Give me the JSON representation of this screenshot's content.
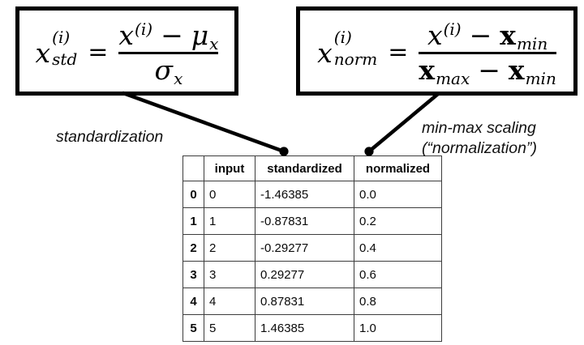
{
  "formulas": {
    "std": {
      "lhs_base": "x",
      "lhs_sup": "(i)",
      "lhs_sub": "std",
      "equals": "=",
      "num_x": "x",
      "num_x_sup": "(i)",
      "num_minus": "−",
      "num_mu": "μ",
      "num_mu_sub": "x",
      "den_sigma": "σ",
      "den_sigma_sub": "x"
    },
    "norm": {
      "lhs_base": "x",
      "lhs_sup": "(i)",
      "lhs_sub": "norm",
      "equals": "=",
      "num_x": "x",
      "num_x_sup": "(i)",
      "num_minus": "−",
      "num_vec": "x",
      "num_vec_sub": "min",
      "den_vec_max": "x",
      "den_vec_max_sub": "max",
      "den_minus": "−",
      "den_vec_min": "x",
      "den_vec_min_sub": "min"
    }
  },
  "labels": {
    "standardization": "standardization",
    "minmax_line1": "min-max scaling",
    "minmax_line2": "(“normalization”)"
  },
  "table": {
    "headers": [
      "",
      "input",
      "standardized",
      "normalized"
    ],
    "rows": [
      {
        "index": "0",
        "input": "0",
        "standardized": "-1.46385",
        "normalized": "0.0"
      },
      {
        "index": "1",
        "input": "1",
        "standardized": "-0.87831",
        "normalized": "0.2"
      },
      {
        "index": "2",
        "input": "2",
        "standardized": "-0.29277",
        "normalized": "0.4"
      },
      {
        "index": "3",
        "input": "3",
        "standardized": "0.29277",
        "normalized": "0.6"
      },
      {
        "index": "4",
        "input": "4",
        "standardized": "0.87831",
        "normalized": "0.8"
      },
      {
        "index": "5",
        "input": "5",
        "standardized": "1.46385",
        "normalized": "1.0"
      }
    ]
  },
  "colors": {
    "ink": "#000000",
    "background": "#ffffff",
    "table_border": "#3c3c3c"
  }
}
